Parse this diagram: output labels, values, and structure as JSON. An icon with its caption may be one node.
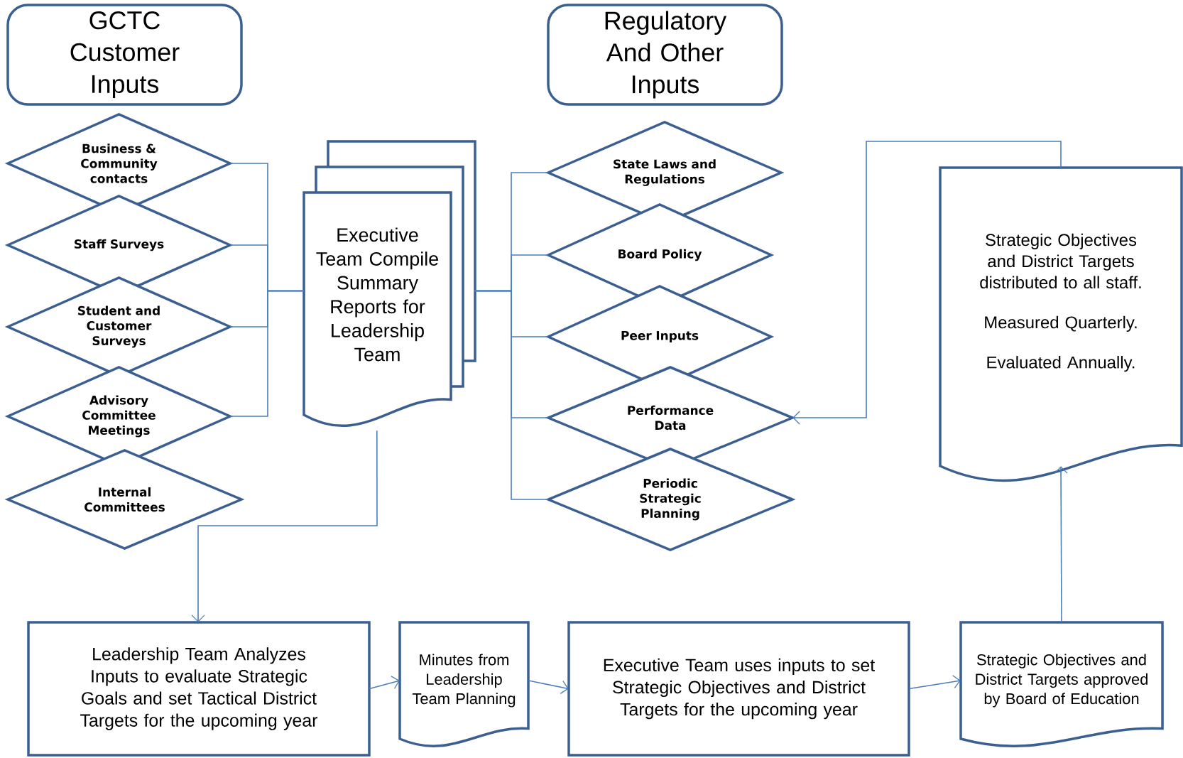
{
  "diagram": {
    "nodes": [
      {
        "text": [
          "GCTC Customer Inputs"
        ]
      },
      {
        "text": [
          "Regulatory And Other Inputs"
        ]
      },
      {
        "text": [
          "Business & Community contacts"
        ]
      },
      {
        "text": [
          "Staff Surveys"
        ]
      },
      {
        "text": [
          "Student and Customer Surveys"
        ]
      },
      {
        "text": [
          "Advisory Committee Meetings"
        ]
      },
      {
        "text": [
          "Internal Committees"
        ]
      },
      {
        "text": [
          "Executive Team Compile Summary Reports for Leadership Team"
        ]
      },
      {
        "text": [
          "State Laws and Regulations"
        ]
      },
      {
        "text": [
          "Board Policy"
        ]
      },
      {
        "text": [
          "Peer Inputs"
        ]
      },
      {
        "text": [
          "Performance Data"
        ]
      },
      {
        "text": [
          "Periodic Strategic Planning"
        ]
      },
      {
        "text": [
          "Strategic Objectives and District Targets distributed to all staff.",
          "Measured Quarterly.",
          "Evaluated Annually."
        ]
      },
      {
        "text": [
          "Leadership Team Analyzes Inputs to evaluate Strategic Goals and set Tactical District Targets for the upcoming year"
        ]
      },
      {
        "text": [
          "Minutes from Leadership Team Planning"
        ]
      },
      {
        "text": [
          "Executive Team uses inputs to set Strategic Objectives and District Targets for the upcoming year"
        ]
      },
      {
        "text": [
          "Strategic Objectives and District Targets approved by Board of Education"
        ]
      }
    ],
    "edges": [
      {
        "from": 2,
        "to": 7,
        "arrow": "none"
      },
      {
        "from": 3,
        "to": 7,
        "arrow": "none"
      },
      {
        "from": 4,
        "to": 7,
        "arrow": "none"
      },
      {
        "from": 5,
        "to": 7,
        "arrow": "none"
      },
      {
        "from": 7,
        "to": 8,
        "arrow": "none"
      },
      {
        "from": 7,
        "to": 9,
        "arrow": "none"
      },
      {
        "from": 7,
        "to": 10,
        "arrow": "none"
      },
      {
        "from": 7,
        "to": 11,
        "arrow": "none"
      },
      {
        "from": 7,
        "to": 12,
        "arrow": "none"
      },
      {
        "from": 13,
        "to": 11,
        "arrow": "to"
      },
      {
        "from": 7,
        "to": 14,
        "arrow": "to"
      },
      {
        "from": 14,
        "to": 15,
        "arrow": "to"
      },
      {
        "from": 15,
        "to": 16,
        "arrow": "to"
      },
      {
        "from": 16,
        "to": 17,
        "arrow": "to"
      },
      {
        "from": 17,
        "to": 13,
        "arrow": "to"
      }
    ]
  }
}
